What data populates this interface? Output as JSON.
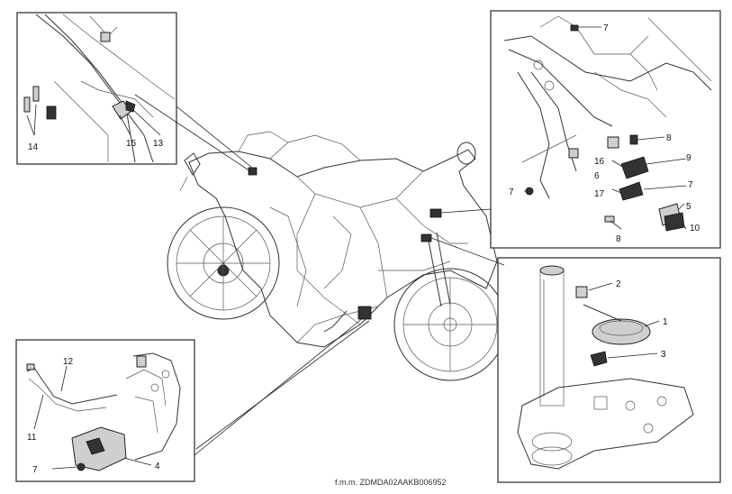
{
  "callouts": {
    "top_left": [
      "14",
      "15",
      "13"
    ],
    "top_right": [
      "7",
      "8",
      "16",
      "6",
      "9",
      "17",
      "7",
      "7",
      "5",
      "10",
      "8"
    ],
    "bottom_right": [
      "2",
      "1",
      "3"
    ],
    "bottom_left": [
      "12",
      "11",
      "7",
      "4"
    ]
  },
  "footer_code": "f.m.m. ZDMDA02AAKB006952"
}
